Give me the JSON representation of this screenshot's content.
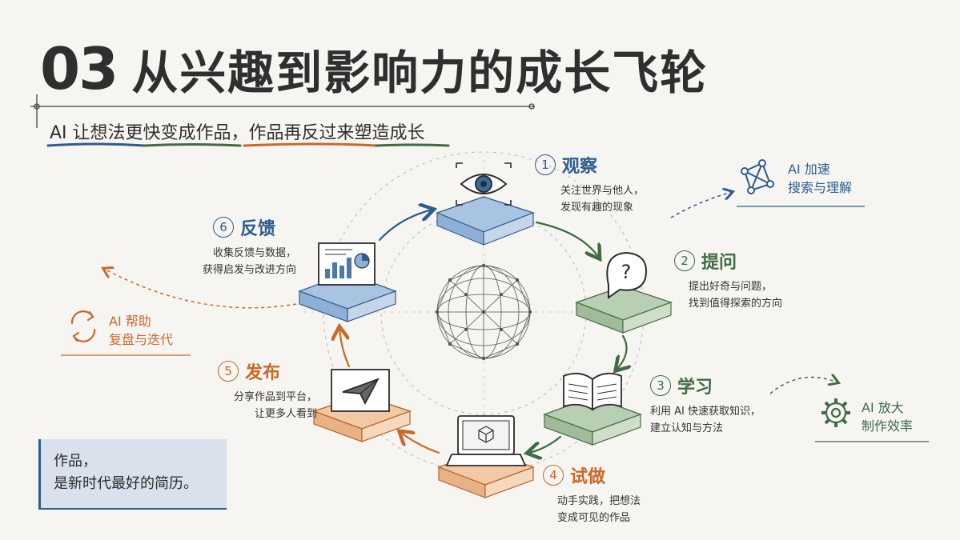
{
  "title": {
    "number": "03",
    "text": "从兴趣到影响力的成长飞轮"
  },
  "subtitle": "AI 让想法更快变成作品，作品再反过来塑造成长",
  "steps": [
    {
      "num": "1",
      "title": "观察",
      "desc": [
        "关注世界与他人，",
        "发现有趣的现象"
      ],
      "icon": "eye-icon",
      "color": "#2d5c8f"
    },
    {
      "num": "2",
      "title": "提问",
      "desc": [
        "提出好奇与问题，",
        "找到值得探索的方向"
      ],
      "icon": "question-bubble-icon",
      "color": "#3f6b45"
    },
    {
      "num": "3",
      "title": "学习",
      "desc": [
        "利用 AI 快速获取知识，",
        "建立认知与方法"
      ],
      "icon": "open-book-icon",
      "color": "#3f6b45"
    },
    {
      "num": "4",
      "title": "试做",
      "desc": [
        "动手实践，把想法",
        "变成可见的作品"
      ],
      "icon": "laptop-icon",
      "color": "#c9692a"
    },
    {
      "num": "5",
      "title": "发布",
      "desc": [
        "分享作品到平台，",
        "让更多人看到"
      ],
      "icon": "paper-plane-icon",
      "color": "#c9692a"
    },
    {
      "num": "6",
      "title": "反馈",
      "desc": [
        "收集反馈与数据，",
        "获得启发与改进方向"
      ],
      "icon": "dashboard-icon",
      "color": "#2d5c8f"
    }
  ],
  "ai_notes": [
    {
      "lines": [
        "AI 加速",
        "搜索与理解"
      ],
      "icon": "network-icon",
      "color": "#2d5c8f"
    },
    {
      "lines": [
        "AI 放大",
        "制作效率"
      ],
      "icon": "gear-icon",
      "color": "#3f6b45"
    },
    {
      "lines": [
        "AI 帮助",
        "复盘与迭代"
      ],
      "icon": "cycle-arrows-icon",
      "color": "#c9692a"
    }
  ],
  "quote": [
    "作品，",
    "是新时代最好的简历。"
  ],
  "colors": {
    "blue": "#2d5c8f",
    "green": "#3f6b45",
    "orange": "#c9692a",
    "ink": "#2f2f2f",
    "paper": "#f6f5f1"
  }
}
